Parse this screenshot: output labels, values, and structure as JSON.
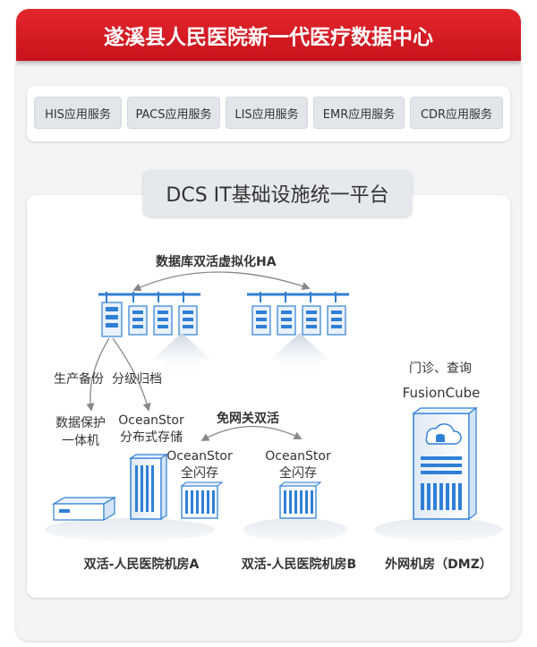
{
  "title": "遂溪县人民医院新一代医疗数据中心",
  "services": [
    "HIS应用服务",
    "PACS应用服务",
    "LIS应用服务",
    "EMR应用服务",
    "CDR应用服务"
  ],
  "platform": {
    "title": "DCS IT基础设施统一平台"
  },
  "labels": {
    "ha": "数据库双活虚拟化HA",
    "backup": "生产备份",
    "archive": "分级归档",
    "protect_line1": "数据保护",
    "protect_line2": "一体机",
    "ocean_dist_line1": "OceanStor",
    "ocean_dist_line2": "分布式存储",
    "gateway_free": "免网关双活",
    "ocean_flash_a_line1": "OceanStor",
    "ocean_flash_a_line2": "全闪存",
    "ocean_flash_b_line1": "OceanStor",
    "ocean_flash_b_line2": "全闪存",
    "clinic": "门诊、查询",
    "fusioncube": "FusionCube",
    "room_a": "双活-人民医院机房A",
    "room_b": "双活-人民医院机房B",
    "room_dmz": "外网机房（DMZ）"
  },
  "colors": {
    "accent": "#d91e25",
    "blue": "#2f7fd6",
    "blue_light": "#bcd7f3"
  }
}
